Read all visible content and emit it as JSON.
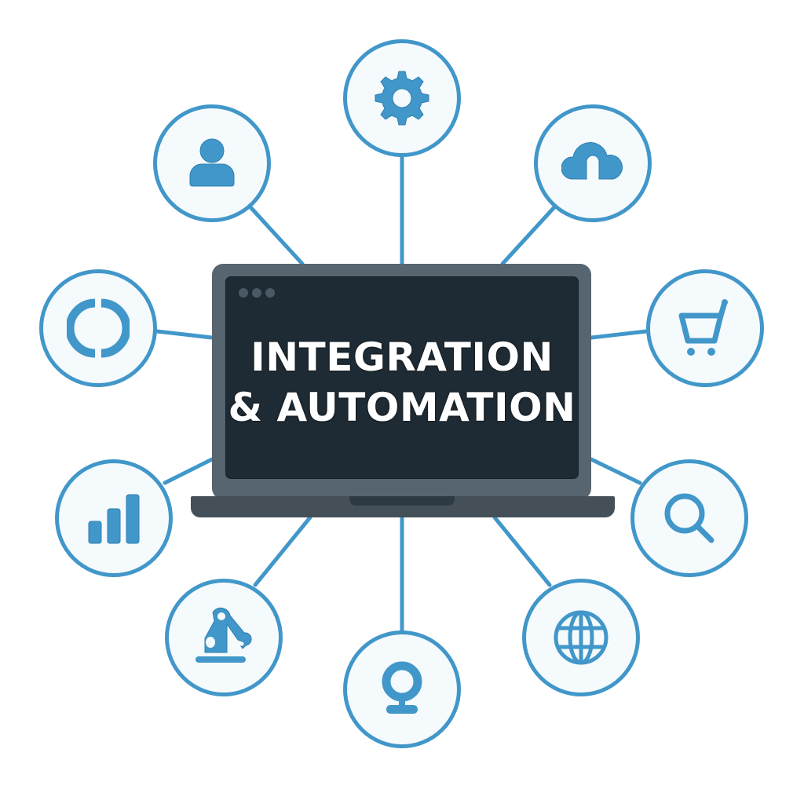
{
  "title": {
    "line1": "INTEGRATION",
    "line2": "& AUTOMATION"
  },
  "colors": {
    "accent": "#4197c9",
    "node_fill": "#f5fafd",
    "laptop_frame": "#56656f",
    "laptop_screen": "#1e2b34",
    "laptop_base": "#444f58",
    "text": "#ffffff"
  },
  "laptop": {
    "window_dots": 3
  },
  "nodes": [
    {
      "id": "gear",
      "icon": "gear-icon",
      "position": "top"
    },
    {
      "id": "user",
      "icon": "user-icon",
      "position": "top-left"
    },
    {
      "id": "cloud",
      "icon": "cloud-icon",
      "position": "top-right"
    },
    {
      "id": "sync",
      "icon": "sync-ring-icon",
      "position": "left"
    },
    {
      "id": "cart",
      "icon": "shopping-cart-icon",
      "position": "right"
    },
    {
      "id": "analytics",
      "icon": "bar-chart-icon",
      "position": "lower-left"
    },
    {
      "id": "search",
      "icon": "search-icon",
      "position": "lower-right"
    },
    {
      "id": "robot",
      "icon": "robot-arm-icon",
      "position": "bottom-left"
    },
    {
      "id": "webcam",
      "icon": "webcam-icon",
      "position": "bottom"
    },
    {
      "id": "globe",
      "icon": "globe-icon",
      "position": "bottom-right"
    }
  ]
}
